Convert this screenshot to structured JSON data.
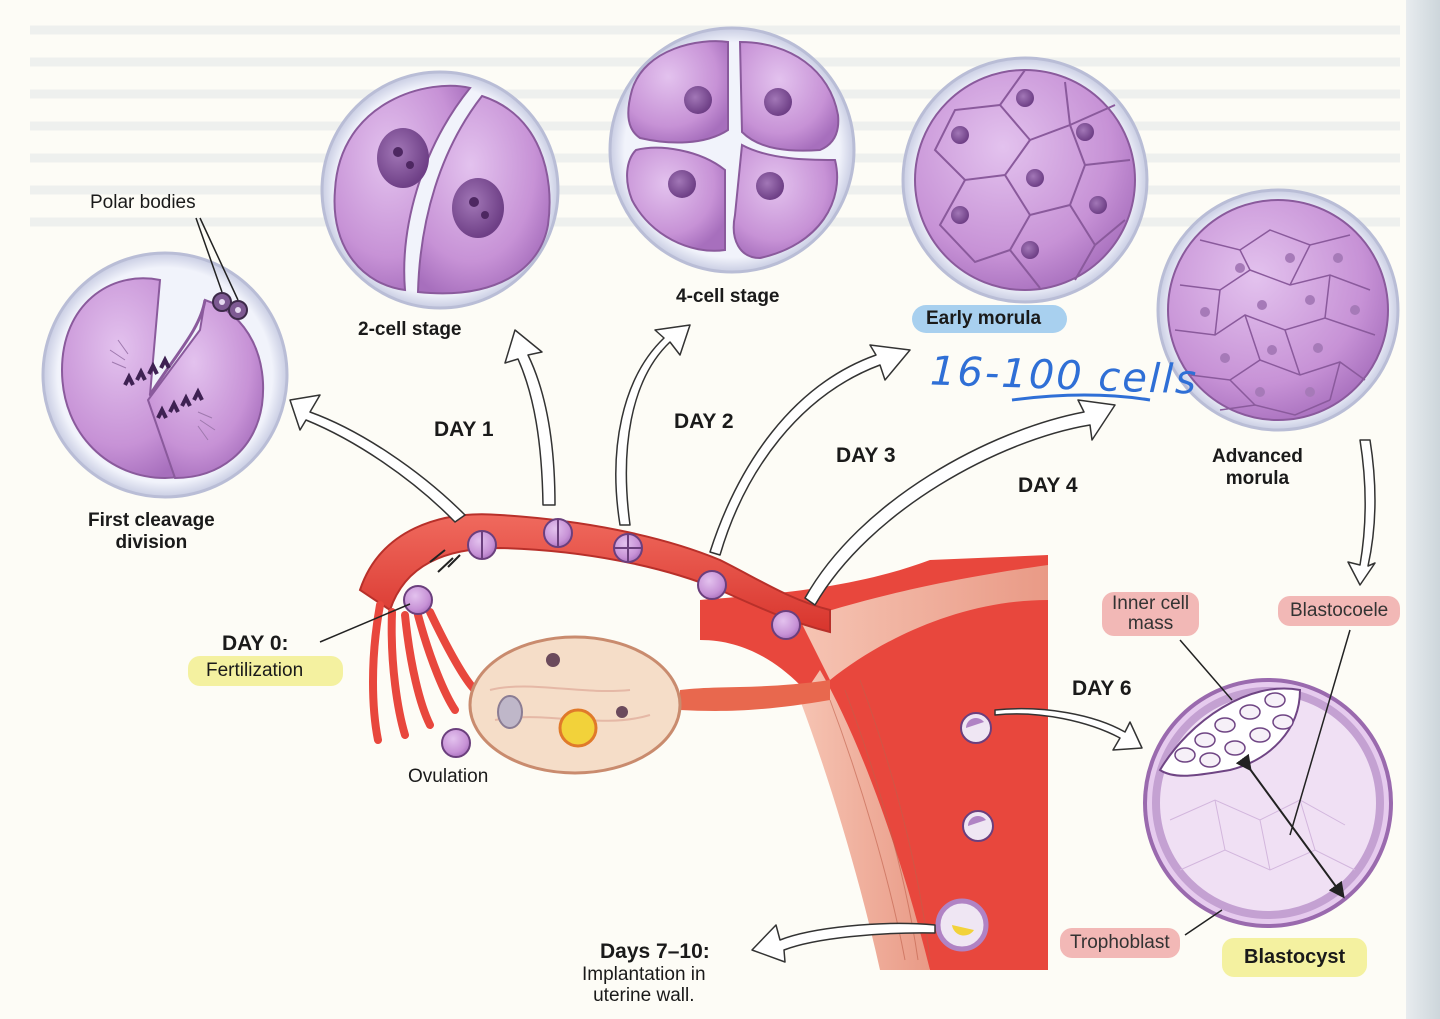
{
  "labels": {
    "polar_bodies": "Polar bodies",
    "first_cleavage": "First cleavage\ndivision",
    "two_cell": "2-cell stage",
    "four_cell": "4-cell stage",
    "early_morula": "Early morula",
    "advanced_morula": "Advanced\nmorula",
    "day0": "DAY 0:",
    "fertilization": "Fertilization",
    "ovulation": "Ovulation",
    "day1": "DAY 1",
    "day2": "DAY 2",
    "day3": "DAY 3",
    "day4": "DAY 4",
    "day6": "DAY 6",
    "days7_10": "Days 7–10:",
    "implantation": "Implantation in\nuterine wall.",
    "inner_cell_mass": "Inner cell\nmass",
    "blastocoele": "Blastocoele",
    "trophoblast": "Trophoblast",
    "blastocyst": "Blastocyst"
  },
  "annotation": {
    "handwritten": "16-100 cells"
  },
  "colors": {
    "cell_fill": "#c792d6",
    "cell_edge": "#7d4a8d",
    "zona": "#e6e9f5",
    "tube": "#e8473d",
    "tissue": "#f3b7a4",
    "highlight_yellow": "#f4f1a0",
    "highlight_pink": "#f2b8b6",
    "highlight_blue": "#a8d0ef",
    "ink_blue": "#2f6fd6"
  }
}
